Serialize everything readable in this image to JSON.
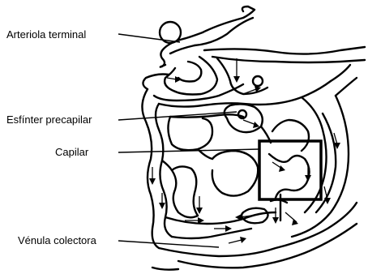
{
  "labels": {
    "arteriole": "Arteriola terminal",
    "sphincter": "Esfínter precapilar",
    "capillary": "Capilar",
    "venule": "Vénula colectora"
  }
}
